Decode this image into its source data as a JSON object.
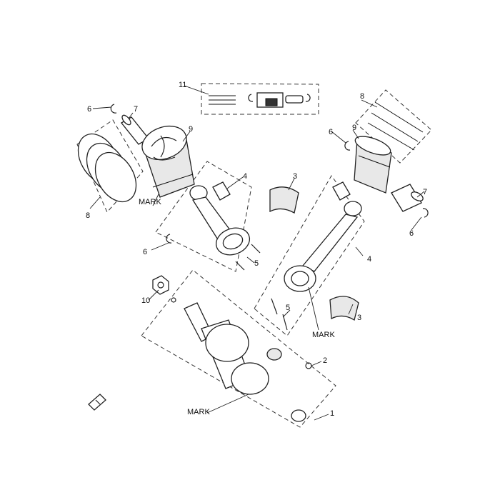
{
  "callouts": [
    {
      "id": "c1",
      "text": "1"
    },
    {
      "id": "c2",
      "text": "2"
    },
    {
      "id": "c3a",
      "text": "3"
    },
    {
      "id": "c3b",
      "text": "3"
    },
    {
      "id": "c4a",
      "text": "4"
    },
    {
      "id": "c4b",
      "text": "4"
    },
    {
      "id": "c5a",
      "text": "5"
    },
    {
      "id": "c5b",
      "text": "5"
    },
    {
      "id": "c6a",
      "text": "6"
    },
    {
      "id": "c6b",
      "text": "6"
    },
    {
      "id": "c6c",
      "text": "6"
    },
    {
      "id": "c6d",
      "text": "6"
    },
    {
      "id": "c7a",
      "text": "7"
    },
    {
      "id": "c7b",
      "text": "7"
    },
    {
      "id": "c8a",
      "text": "8"
    },
    {
      "id": "c8b",
      "text": "8"
    },
    {
      "id": "c9a",
      "text": "9"
    },
    {
      "id": "c9b",
      "text": "9"
    },
    {
      "id": "c10",
      "text": "10"
    },
    {
      "id": "c11",
      "text": "11"
    }
  ],
  "marks": {
    "piston": "MARK",
    "rod": "MARK",
    "crank": "MARK"
  }
}
